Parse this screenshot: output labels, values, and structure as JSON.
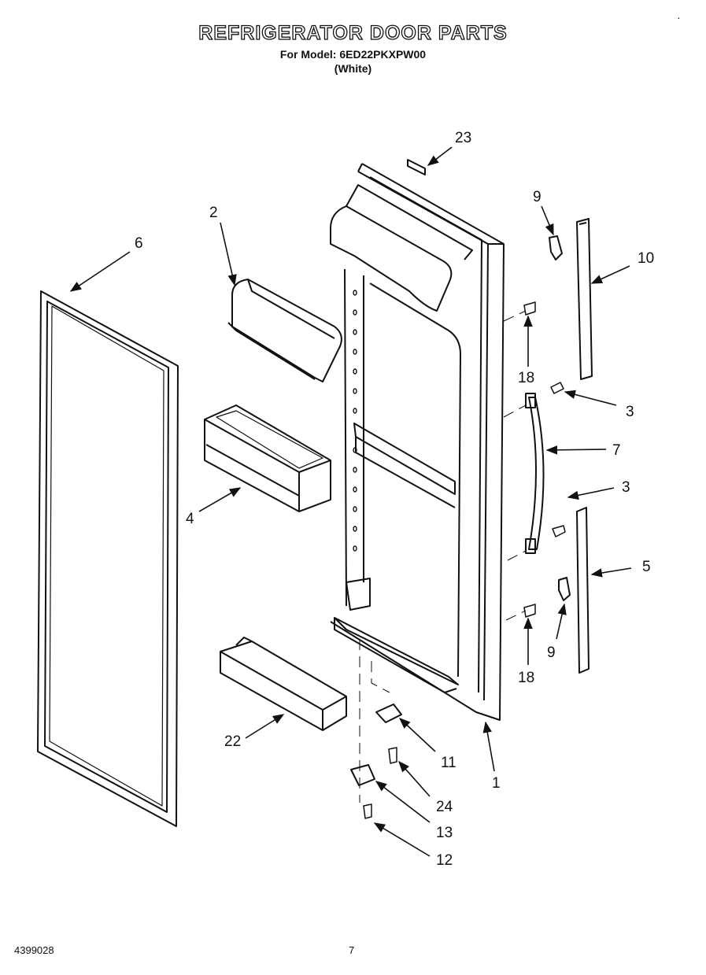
{
  "title": "REFRIGERATOR DOOR PARTS",
  "model_line": "For Model: 6ED22PKXPW00",
  "color_line": "(White)",
  "corner_mark": "·",
  "footer": {
    "doc_code": "4399028",
    "page": "7"
  },
  "callouts": [
    {
      "id": "c23",
      "label": "23"
    },
    {
      "id": "c2",
      "label": "2"
    },
    {
      "id": "c6",
      "label": "6"
    },
    {
      "id": "c9a",
      "label": "9"
    },
    {
      "id": "c10",
      "label": "10"
    },
    {
      "id": "c18a",
      "label": "18"
    },
    {
      "id": "c3a",
      "label": "3"
    },
    {
      "id": "c7",
      "label": "7"
    },
    {
      "id": "c3b",
      "label": "3"
    },
    {
      "id": "c5",
      "label": "5"
    },
    {
      "id": "c9b",
      "label": "9"
    },
    {
      "id": "c18b",
      "label": "18"
    },
    {
      "id": "c4",
      "label": "4"
    },
    {
      "id": "c22",
      "label": "22"
    },
    {
      "id": "c11",
      "label": "11"
    },
    {
      "id": "c1",
      "label": "1"
    },
    {
      "id": "c24",
      "label": "24"
    },
    {
      "id": "c13",
      "label": "13"
    },
    {
      "id": "c12",
      "label": "12"
    }
  ]
}
